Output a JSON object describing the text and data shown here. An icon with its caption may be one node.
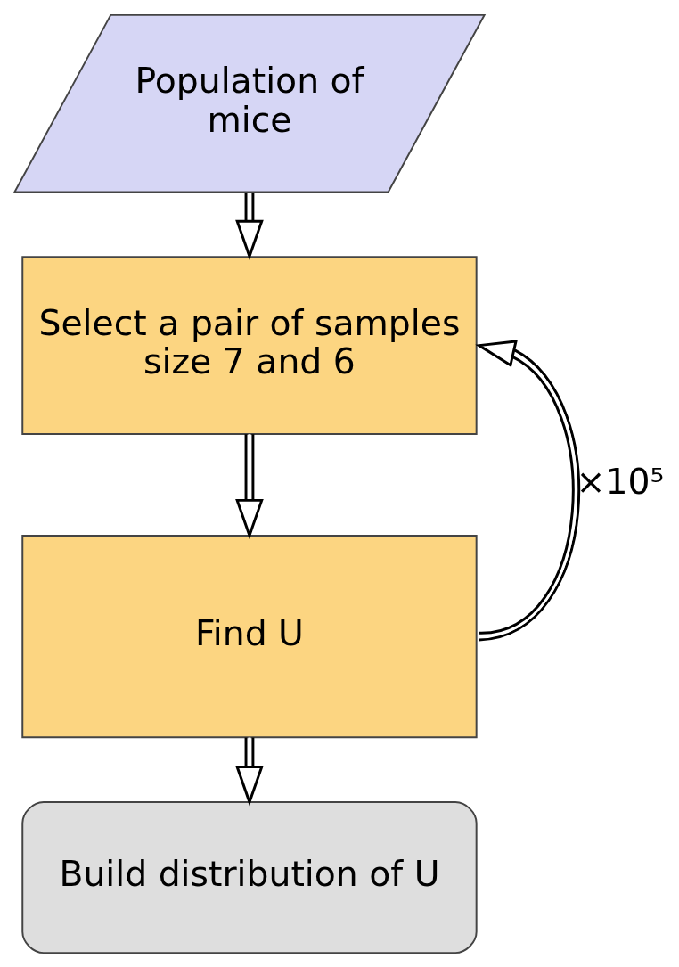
{
  "diagram": {
    "nodes": [
      {
        "text": [
          "Population of mice"
        ]
      },
      {
        "text": [
          "Select a pair of samples size 7 and 6"
        ]
      },
      {
        "text": [
          "Find U"
        ]
      },
      {
        "text": [
          "Build distribution of U"
        ]
      }
    ],
    "edges": [
      {
        "from": 0,
        "to": 1,
        "arrow": "to"
      },
      {
        "from": 1,
        "to": 2,
        "arrow": "to"
      },
      {
        "from": 2,
        "to": 3,
        "arrow": "to"
      },
      {
        "from": 2,
        "to": 1,
        "arrow": "to",
        "label": "×10⁵"
      }
    ]
  }
}
